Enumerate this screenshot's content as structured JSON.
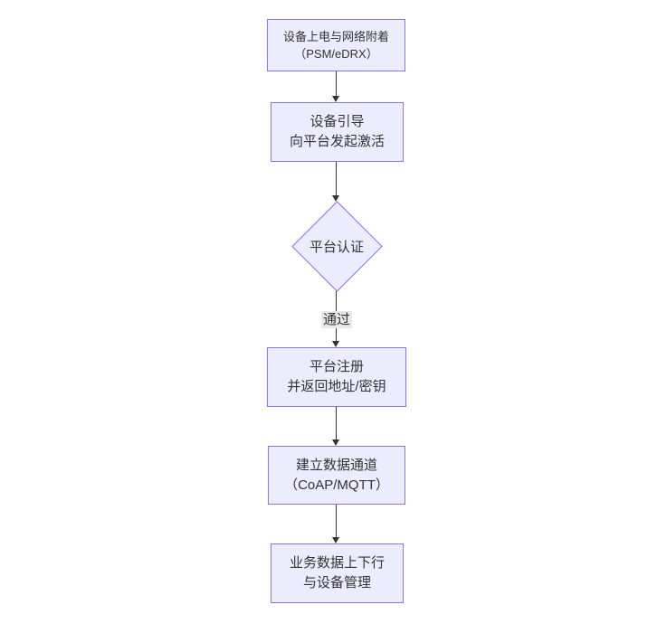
{
  "diagram": {
    "type": "flowchart",
    "direction": "top-down",
    "colors": {
      "background": "#ffffff",
      "node_fill": "#ECECFF",
      "node_border": "#9370DB",
      "text": "#333333",
      "arrow": "#333333",
      "edge_label_bg": "#e8e8e8"
    },
    "nodes": [
      {
        "id": "A",
        "shape": "rect",
        "lines": [
          "设备上电与网络附着",
          "（PSM/eDRX）"
        ]
      },
      {
        "id": "B",
        "shape": "rect",
        "lines": [
          "设备引导",
          "向平台发起激活"
        ]
      },
      {
        "id": "C",
        "shape": "diamond",
        "lines": [
          "平台认证"
        ]
      },
      {
        "id": "D",
        "shape": "rect",
        "lines": [
          "平台注册",
          "并返回地址/密钥"
        ]
      },
      {
        "id": "E",
        "shape": "rect",
        "lines": [
          "建立数据通道",
          "（CoAP/MQTT）"
        ]
      },
      {
        "id": "F",
        "shape": "rect",
        "lines": [
          "业务数据上下行",
          "与设备管理"
        ]
      }
    ],
    "edges": [
      {
        "from": "A",
        "to": "B",
        "label": ""
      },
      {
        "from": "B",
        "to": "C",
        "label": ""
      },
      {
        "from": "C",
        "to": "D",
        "label": "通过"
      },
      {
        "from": "D",
        "to": "E",
        "label": ""
      },
      {
        "from": "E",
        "to": "F",
        "label": ""
      }
    ]
  }
}
